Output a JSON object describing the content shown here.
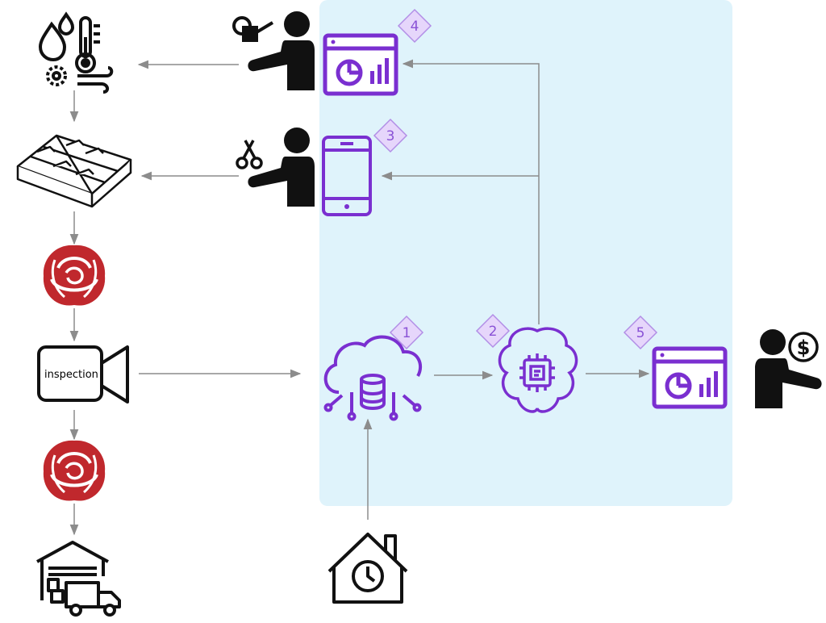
{
  "colors": {
    "panel": "#dff3fb",
    "accent": "#7a2fd0",
    "badge_fill": "#e6d6fb",
    "badge_stroke": "#b28ee6",
    "arrow": "#8c8c8c",
    "rose": "#c0282d",
    "icon": "#111111"
  },
  "labels": {
    "inspection": "inspection",
    "currency_symbol": "$"
  },
  "steps": {
    "cloud_database": "1",
    "ai_brain": "2",
    "mobile_app": "3",
    "grower_dashboard": "4",
    "buyer_dashboard": "5"
  },
  "icons": [
    "climate-icon",
    "greenhouse-icon",
    "rose-icon",
    "inspection-camera-icon",
    "rose-icon",
    "warehouse-truck-icon",
    "grower-watering-icon",
    "worker-scissors-icon",
    "dashboard-icon",
    "smartphone-icon",
    "cloud-database-icon",
    "ai-brain-chip-icon",
    "buyer-dollar-icon",
    "smart-home-clock-icon"
  ]
}
